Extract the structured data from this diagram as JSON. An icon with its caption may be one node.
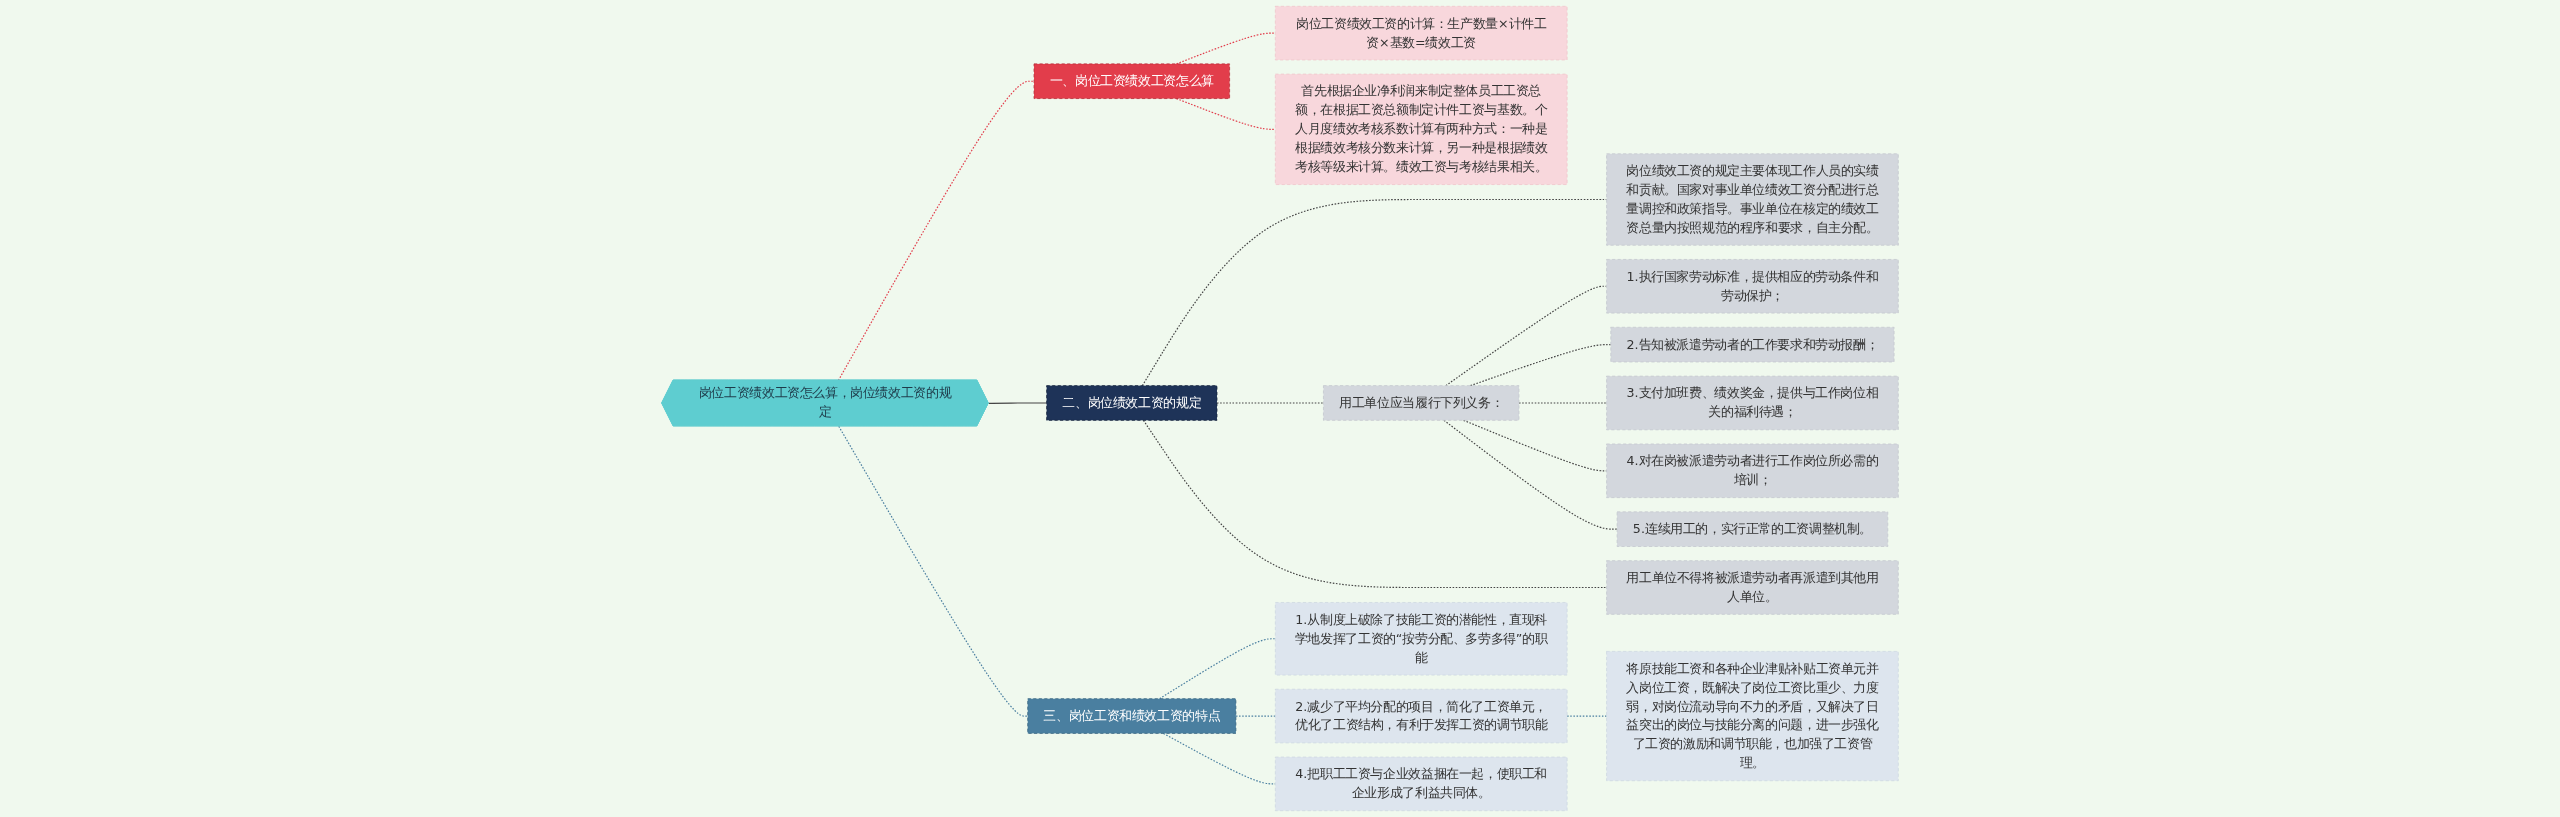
{
  "diagram": {
    "nodes": [
      {
        "text": [
          "岗位工资绩效工资怎么算，岗位绩效工资的规定"
        ]
      },
      {
        "text": [
          "一、岗位工资绩效工资怎么算"
        ]
      },
      {
        "text": [
          "岗位工资绩效工资的计算：生产数量×计件工资×基数=绩效工资"
        ]
      },
      {
        "text": [
          "首先根据企业净利润来制定整体员工工资总额，在根据工资总额制定计件工资与基数。个人月度绩效考核系数计算有两种方式：一种是根据绩效考核分数来计算，另一种是根据绩效考核等级来计算。绩效工资与考核结果相关。"
        ]
      },
      {
        "text": [
          "二、岗位绩效工资的规定"
        ]
      },
      {
        "text": [
          "岗位绩效工资的规定主要体现工作人员的实绩和贡献。国家对事业单位绩效工资分配进行总量调控和政策指导。事业单位在核定的绩效工资总量内按照规范的程序和要求，自主分配。"
        ]
      },
      {
        "text": [
          "用工单位应当履行下列义务："
        ]
      },
      {
        "text": [
          "1.执行国家劳动标准，提供相应的劳动条件和劳动保护；"
        ]
      },
      {
        "text": [
          "2.告知被派遣劳动者的工作要求和劳动报酬；"
        ]
      },
      {
        "text": [
          "3.支付加班费、绩效奖金，提供与工作岗位相关的福利待遇；"
        ]
      },
      {
        "text": [
          "4.对在岗被派遣劳动者进行工作岗位所必需的培训；"
        ]
      },
      {
        "text": [
          "5.连续用工的，实行正常的工资调整机制。"
        ]
      },
      {
        "text": [
          "用工单位不得将被派遣劳动者再派遣到其他用人单位。"
        ]
      },
      {
        "text": [
          "三、岗位工资和绩效工资的特点"
        ]
      },
      {
        "text": [
          "1.从制度上破除了技能工资的潜能性，直现科学地发挥了工资的“按劳分配、多劳多得”的职能"
        ]
      },
      {
        "text": [
          "2.减少了平均分配的项目，简化了工资单元，优化了工资结构，有利于发挥工资的调节职能"
        ]
      },
      {
        "text": [
          "将原技能工资和各种企业津贴补贴工资单元并入岗位工资，既解决了岗位工资比重少、力度弱，对岗位流动导向不力的矛盾，又解决了日益突出的岗位与技能分离的问题，进一步强化了工资的激励和调节职能，也加强了工资管理。"
        ]
      },
      {
        "text": [
          "4.把职工工资与企业效益捆在一起，使职工和企业形成了利益共同体。"
        ]
      }
    ],
    "edges": [
      {
        "from": 0,
        "to": 1,
        "arrow": "none",
        "style": "dashed",
        "color": "#e23d4b"
      },
      {
        "from": 1,
        "to": 2,
        "arrow": "none",
        "style": "dashed",
        "color": "#e23d4b"
      },
      {
        "from": 1,
        "to": 3,
        "arrow": "none",
        "style": "dashed",
        "color": "#e23d4b"
      },
      {
        "from": 0,
        "to": 4,
        "arrow": "none"
      },
      {
        "from": 4,
        "to": 5,
        "arrow": "none",
        "style": "dashed"
      },
      {
        "from": 4,
        "to": 6,
        "arrow": "none",
        "style": "dashed"
      },
      {
        "from": 6,
        "to": 7,
        "arrow": "none",
        "style": "dashed"
      },
      {
        "from": 6,
        "to": 8,
        "arrow": "none",
        "style": "dashed"
      },
      {
        "from": 6,
        "to": 9,
        "arrow": "none",
        "style": "dashed"
      },
      {
        "from": 6,
        "to": 10,
        "arrow": "none",
        "style": "dashed"
      },
      {
        "from": 6,
        "to": 11,
        "arrow": "none",
        "style": "dashed"
      },
      {
        "from": 4,
        "to": 12,
        "arrow": "none",
        "style": "dashed"
      },
      {
        "from": 0,
        "to": 13,
        "arrow": "none",
        "style": "dashed",
        "color": "#4a7fa0"
      },
      {
        "from": 13,
        "to": 14,
        "arrow": "none",
        "style": "dashed",
        "color": "#4a7fa0"
      },
      {
        "from": 13,
        "to": 15,
        "arrow": "none",
        "style": "dashed",
        "color": "#4a7fa0"
      },
      {
        "from": 15,
        "to": 16,
        "arrow": "none",
        "style": "dashed",
        "color": "#4a7fa0"
      },
      {
        "from": 13,
        "to": 17,
        "arrow": "none",
        "style": "dashed",
        "color": "#4a7fa0"
      }
    ]
  }
}
